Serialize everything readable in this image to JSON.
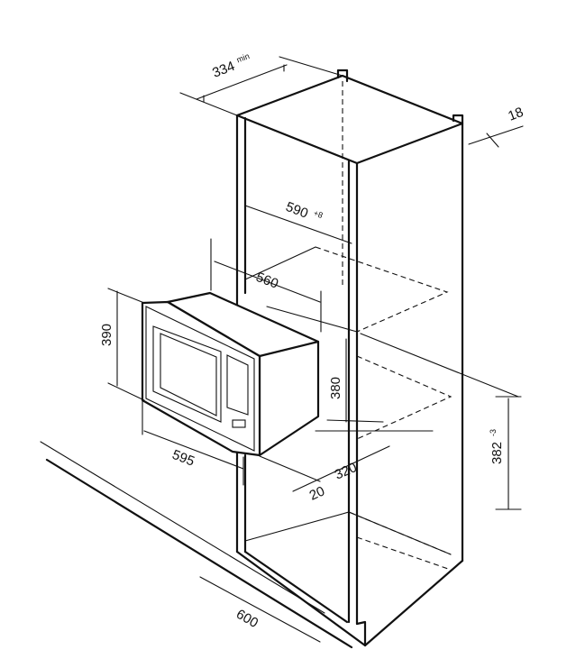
{
  "dimensions": {
    "top_depth": {
      "value": "334",
      "note": "min"
    },
    "panel_thickness": {
      "value": "18"
    },
    "niche_width": {
      "value": "590",
      "note": "+8"
    },
    "body_width": {
      "value": "560"
    },
    "front_height": {
      "value": "390"
    },
    "body_height": {
      "value": "380"
    },
    "niche_height": {
      "value": "382",
      "note": "-3"
    },
    "body_depth": {
      "value": "320"
    },
    "front_depth": {
      "value": "20"
    },
    "front_width": {
      "value": "595"
    },
    "cabinet_depth": {
      "value": "600"
    }
  },
  "colors": {
    "line": "#111111",
    "background": "#ffffff"
  }
}
